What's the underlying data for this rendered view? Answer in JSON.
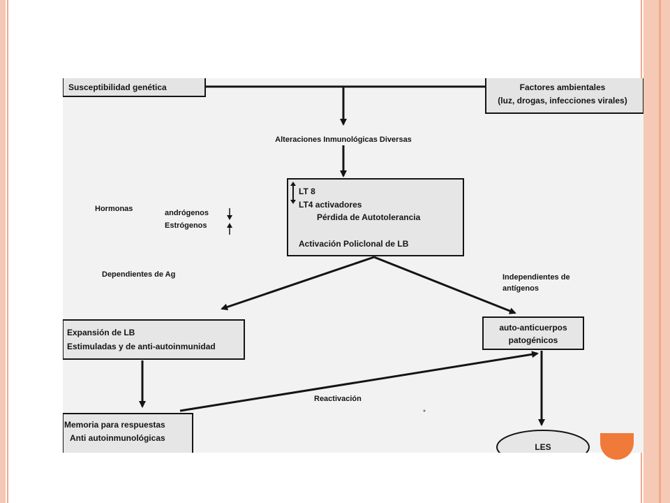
{
  "diagram": {
    "susceptibilidad": "Susceptibilidad genética",
    "factores_line1": "Factores ambientales",
    "factores_line2": "(luz, drogas, infecciones virales)",
    "alteraciones": "Alteraciones  Inmunológicas Diversas",
    "center_line1": "LT 8",
    "center_line2": "LT4 activadores",
    "center_line3": "Pérdida de Autotolerancia",
    "center_line4": "Activación Policlonal de LB",
    "hormonas": "Hormonas",
    "androgenos": "andrógenos",
    "estrogenos": "Estrógenos",
    "dependientes": "Dependientes de Ag",
    "independientes_line1": "Independientes de",
    "independientes_line2": "antígenos",
    "expansion_line1": "Expansión de LB",
    "expansion_line2": "Estimuladas y de anti-autoinmunidad",
    "auto_line1": "auto-anticuerpos",
    "auto_line2": "patogénicos",
    "reactivacion": "Reactivación",
    "memoria_line1": "Memoria para respuestas",
    "memoria_line2": "Anti autoinmunológicas",
    "les": "LES"
  },
  "colors": {
    "frame": "#f0a88a",
    "frame_band": "#f5c9b5",
    "accent": "#f07a3a"
  }
}
